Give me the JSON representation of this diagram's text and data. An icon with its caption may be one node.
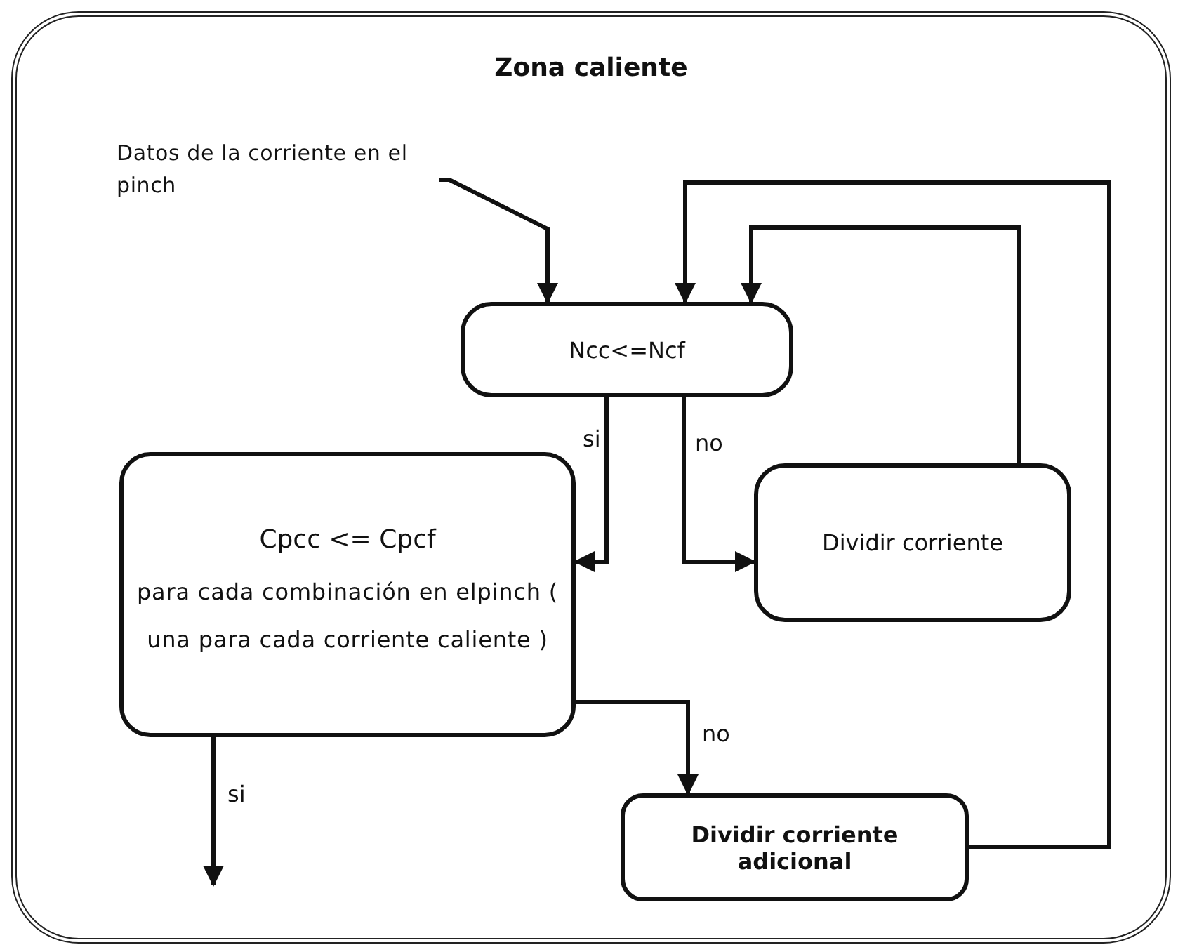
{
  "diagram": {
    "nodes": [
      {
        "text": [
          "Zona caliente"
        ]
      },
      {
        "text": [
          "Datos de la corriente en el pinch"
        ],
        "in": 0
      },
      {
        "text": [
          "Ncc<=Ncf"
        ],
        "in": 0
      },
      {
        "text": [
          "Cpcc <= Cpcf",
          "para cada combinación en elpinch ( una para cada corriente caliente )"
        ],
        "in": 0
      },
      {
        "text": [
          "Dividir corriente"
        ],
        "in": 0
      },
      {
        "text": [
          "Dividir corriente adicional"
        ],
        "in": 0
      }
    ],
    "edges": [
      {
        "from": 1,
        "to": 2,
        "arrow": "to"
      },
      {
        "from": 2,
        "to": 3,
        "arrow": "to",
        "label": "si"
      },
      {
        "from": 2,
        "to": 4,
        "arrow": "to",
        "label": "no"
      },
      {
        "from": 4,
        "to": 2,
        "arrow": "to"
      },
      {
        "from": 5,
        "to": 2,
        "arrow": "to"
      },
      {
        "from": 3,
        "to": 5,
        "arrow": "to",
        "label": "no"
      },
      {
        "from": 3,
        "to": null,
        "arrow": "to",
        "label": "si"
      }
    ]
  }
}
